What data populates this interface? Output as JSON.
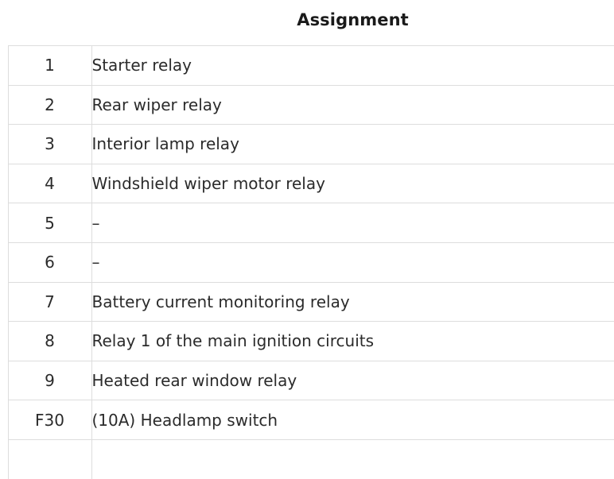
{
  "table": {
    "columns": [
      {
        "key": "id",
        "header": ""
      },
      {
        "key": "assignment",
        "header": "Assignment"
      }
    ],
    "rows": [
      {
        "id": "1",
        "assignment": "Starter relay"
      },
      {
        "id": "2",
        "assignment": "Rear wiper relay"
      },
      {
        "id": "3",
        "assignment": "Interior lamp relay"
      },
      {
        "id": "4",
        "assignment": "Windshield wiper motor relay"
      },
      {
        "id": "5",
        "assignment": "–"
      },
      {
        "id": "6",
        "assignment": "–"
      },
      {
        "id": "7",
        "assignment": "Battery current monitoring relay"
      },
      {
        "id": "8",
        "assignment": "Relay 1 of the main ignition circuits"
      },
      {
        "id": "9",
        "assignment": "Heated rear window relay"
      },
      {
        "id": "F30",
        "assignment": "(10A) Headlamp switch"
      },
      {
        "id": "",
        "assignment": ""
      }
    ]
  },
  "colors": {
    "border": "#dddddd",
    "header_text": "#1a1a1a",
    "body_text": "#2b2b2b",
    "background": "#ffffff"
  }
}
